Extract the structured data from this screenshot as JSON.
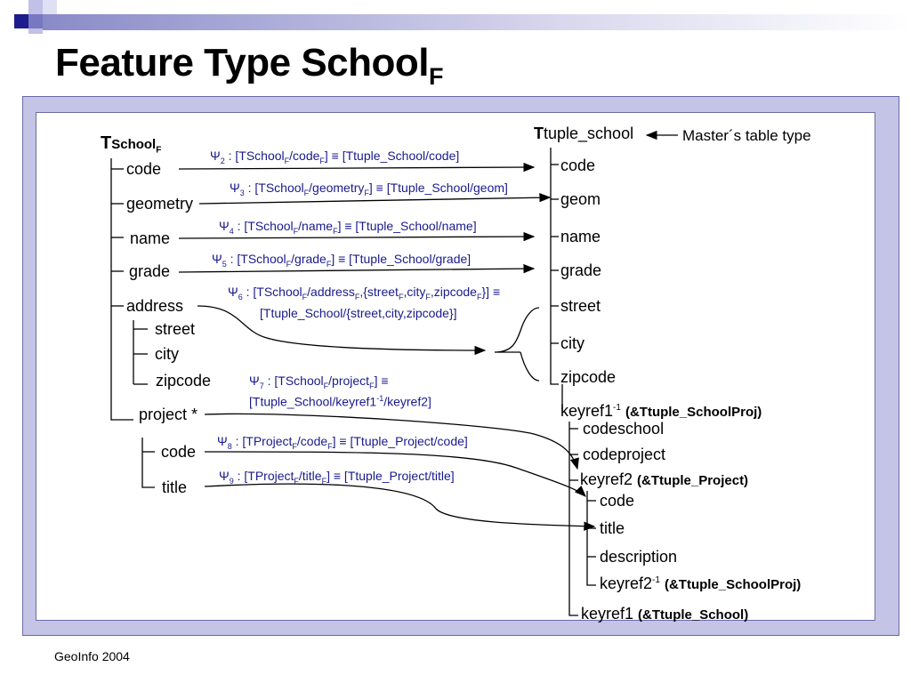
{
  "slide": {
    "title_main": "Feature Type School",
    "title_sub": "F",
    "footer": "GeoInfo 2004"
  },
  "left_tree": {
    "root": "T",
    "root_rest": "School",
    "root_sub": "F",
    "items": {
      "code": "code",
      "geometry": "geometry",
      "name": "name",
      "grade": "grade",
      "address": "address",
      "street": "street",
      "city": "city",
      "zipcode": "zipcode",
      "project": "project *",
      "proj_code": "code",
      "proj_title": "title"
    }
  },
  "right_tree": {
    "root_T": "T",
    "root_rest": "tuple_school",
    "master_note": "Master´s table type",
    "items": {
      "code": "code",
      "geom": "geom",
      "name": "name",
      "grade": "grade",
      "street": "street",
      "city": "city",
      "zipcode": "zipcode",
      "keyref1inv": "keyref1",
      "keyref1inv_sup": "-1",
      "keyref1inv_ref": "(&Ttuple_SchoolProj)",
      "codeschool": "codeschool",
      "codeproject": "codeproject",
      "keyref2": "keyref2",
      "keyref2_ref": "(&Ttuple_Project)",
      "p_code": "code",
      "p_title": "title",
      "p_description": "description",
      "keyref2inv": "keyref2",
      "keyref2inv_sup": "-1",
      "keyref2inv_ref": "(&Ttuple_SchoolProj)",
      "keyref1": "keyref1",
      "keyref1_ref": "(&Ttuple_School)"
    }
  },
  "mappings": {
    "psi": "Ψ",
    "m2": {
      "n": "2",
      "a": " : [TSchool",
      "b": "/code",
      "c": "] ≡ [Ttuple_School/code]"
    },
    "m3": {
      "n": "3",
      "a": " : [TSchool",
      "b": "/geometry",
      "c": "] ≡ [Ttuple_School/geom]"
    },
    "m4": {
      "n": "4",
      "a": " : [TSchool",
      "b": "/name",
      "c": "] ≡ [Ttuple_School/name]"
    },
    "m5": {
      "n": "5",
      "a": " : [TSchool",
      "b": "/grade",
      "c": "] ≡ [Ttuple_School/grade]"
    },
    "m6": {
      "n": "6",
      "a": " : [TSchool",
      "b": "/address",
      "c": ",{street",
      "d": ",city",
      "e": ",zipcode",
      "f": "}] ≡",
      "line2": "[Ttuple_School/{street,city,zipcode}]"
    },
    "m7": {
      "n": "7",
      "a": " : [TSchool",
      "b": "/project",
      "c": "] ≡",
      "line2a": "[Ttuple_School/keyref1",
      "line2sup": "-1",
      "line2b": "/keyref2]"
    },
    "m8": {
      "n": "8",
      "a": " : [TProject",
      "b": "/code",
      "c": "] ≡ [Ttuple_Project/code]"
    },
    "m9": {
      "n": "9",
      "a": " : [TProject",
      "b": "/title",
      "c": "] ≡ [Ttuple_Project/title]"
    },
    "F": "F"
  },
  "colors": {
    "topbar_dark": "#1c1c8c",
    "frame": "#c4c4e6",
    "mapping_text": "#1a1a8c"
  }
}
